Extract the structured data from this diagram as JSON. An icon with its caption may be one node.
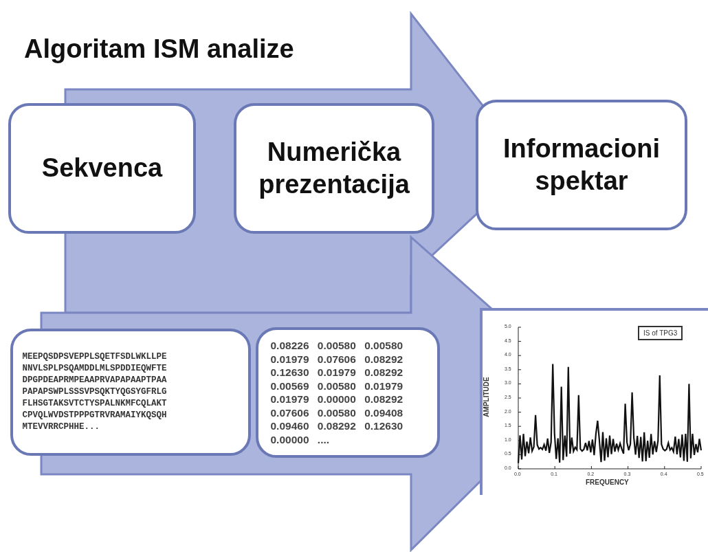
{
  "diagram": {
    "title": "Algoritam ISM analize",
    "nodes": [
      {
        "text": [
          "Sekvenca"
        ]
      },
      {
        "text": [
          "Numerička prezentacija"
        ]
      },
      {
        "text": [
          "Informacioni spektar"
        ]
      },
      {
        "text": [
          "MEEPQSDPSVEPPLSQETFSDLWKLLPE NNVLSPLPSQAMDDLMLSPDDIEQWFTE DPGPDEAPRMPEAAPRVAPAPAAPTPAA PAPAPSWPLSSSVPSQKTYQGSYGFRLG FLHSGTAKSVTCTYSPALNKMFCQLAKT CPVQLWVDSTPPPGTRVRAMAIYKQSQH MTEVVRRCPHHE..."
        ]
      },
      {
        "text": [
          "0.08226 0.00580 0.00580 0.01979 0.07606 0.08292 0.12630 0.01979 0.08292 0.00569 0.00580 0.01979 0.01979 0.00000 0.08292 0.07606 0.00580 0.09408 0.09460 0.08292 0.12630 0.00000 ...."
        ]
      },
      {
        "text": [
          "IS of TPG3",
          "AMPLITUDE",
          "FREQUENCY"
        ]
      }
    ],
    "edges": [
      {
        "from": 0,
        "to": 2,
        "arrow": "to"
      },
      {
        "from": 3,
        "to": 5,
        "arrow": "to"
      }
    ],
    "labels": [
      "5.0",
      "4.5",
      "4.0",
      "3.5",
      "3.0",
      "2.5",
      "2.0",
      "1.5",
      "1.0",
      "0.5",
      "0.0",
      "0.0",
      "0.1",
      "0.2",
      "0.3",
      "0.4",
      "0.5"
    ]
  }
}
